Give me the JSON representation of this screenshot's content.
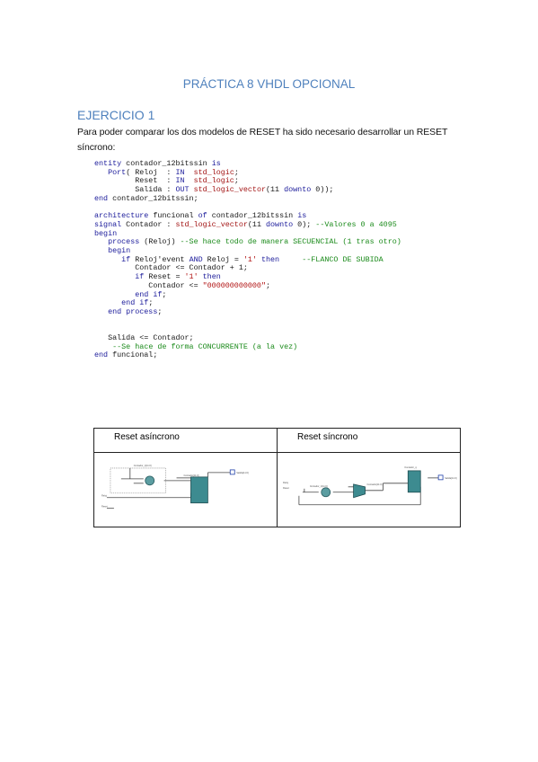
{
  "document": {
    "title": "PRÁCTICA 8 VHDL OPCIONAL",
    "section_heading": "EJERCICIO 1",
    "paragraph": "Para poder comparar los dos modelos de RESET ha sido necesario desarrollar un RESET síncrono:"
  },
  "code": {
    "lines": [
      [
        [
          "kw",
          "entity"
        ],
        [
          "p",
          " contador_12bitssin "
        ],
        [
          "kw",
          "is"
        ]
      ],
      [
        [
          "p",
          "   "
        ],
        [
          "kw",
          "Port"
        ],
        [
          "p",
          "( Reloj  : "
        ],
        [
          "kw",
          "IN"
        ],
        [
          "p",
          "  "
        ],
        [
          "ty",
          "std_logic"
        ],
        [
          "p",
          ";"
        ]
      ],
      [
        [
          "p",
          "         Reset  : "
        ],
        [
          "kw",
          "IN"
        ],
        [
          "p",
          "  "
        ],
        [
          "ty",
          "std_logic"
        ],
        [
          "p",
          ";"
        ]
      ],
      [
        [
          "p",
          "         Salida : "
        ],
        [
          "kw",
          "OUT"
        ],
        [
          "p",
          " "
        ],
        [
          "ty",
          "std_logic_vector"
        ],
        [
          "p",
          "(11 "
        ],
        [
          "kw",
          "downto"
        ],
        [
          "p",
          " 0));"
        ]
      ],
      [
        [
          "kw",
          "end"
        ],
        [
          "p",
          " contador_12bitssin;"
        ]
      ],
      [
        [
          "p",
          ""
        ]
      ],
      [
        [
          "kw",
          "architecture"
        ],
        [
          "p",
          " funcional "
        ],
        [
          "kw",
          "of"
        ],
        [
          "p",
          " contador_12bitssin "
        ],
        [
          "kw",
          "is"
        ]
      ],
      [
        [
          "kw",
          "signal"
        ],
        [
          "p",
          " Contador : "
        ],
        [
          "ty",
          "std_logic_vector"
        ],
        [
          "p",
          "(11 "
        ],
        [
          "kw",
          "downto"
        ],
        [
          "p",
          " 0); "
        ],
        [
          "cm",
          "--Valores 0 a 4095"
        ]
      ],
      [
        [
          "kw",
          "begin"
        ]
      ],
      [
        [
          "p",
          "   "
        ],
        [
          "kw",
          "process"
        ],
        [
          "p",
          " (Reloj) "
        ],
        [
          "cm",
          "--Se hace todo de manera SECUENCIAL (1 tras otro)"
        ]
      ],
      [
        [
          "p",
          "   "
        ],
        [
          "kw",
          "begin"
        ]
      ],
      [
        [
          "p",
          "      "
        ],
        [
          "kw",
          "if"
        ],
        [
          "p",
          " Reloj'event "
        ],
        [
          "kw",
          "AND"
        ],
        [
          "p",
          " Reloj = "
        ],
        [
          "st",
          "'1'"
        ],
        [
          "p",
          " "
        ],
        [
          "kw",
          "then"
        ],
        [
          "p",
          "     "
        ],
        [
          "cm",
          "--FLANCO DE SUBIDA"
        ]
      ],
      [
        [
          "p",
          "         Contador <= Contador + 1;"
        ]
      ],
      [
        [
          "p",
          "         "
        ],
        [
          "kw",
          "if"
        ],
        [
          "p",
          " Reset = "
        ],
        [
          "st",
          "'1'"
        ],
        [
          "p",
          " "
        ],
        [
          "kw",
          "then"
        ]
      ],
      [
        [
          "p",
          "            Contador <= "
        ],
        [
          "st",
          "\"000000000000\""
        ],
        [
          "p",
          ";"
        ]
      ],
      [
        [
          "p",
          "         "
        ],
        [
          "kw",
          "end if"
        ],
        [
          "p",
          ";"
        ]
      ],
      [
        [
          "p",
          "      "
        ],
        [
          "kw",
          "end if"
        ],
        [
          "p",
          ";"
        ]
      ],
      [
        [
          "p",
          "   "
        ],
        [
          "kw",
          "end process"
        ],
        [
          "p",
          ";"
        ]
      ],
      [
        [
          "p",
          ""
        ]
      ],
      [
        [
          "p",
          ""
        ]
      ],
      [
        [
          "p",
          "   Salida <= Contador;"
        ]
      ],
      [
        [
          "p",
          "    "
        ],
        [
          "cm",
          "--Se hace de forma CONCURRENTE (a la vez)"
        ]
      ],
      [
        [
          "kw",
          "end"
        ],
        [
          "p",
          " funcional;"
        ]
      ]
    ]
  },
  "comparison_table": {
    "headers": [
      "Reset asíncrono",
      "Reset síncrono"
    ]
  },
  "colors": {
    "heading": "#4f81bd",
    "keyword": "#1a1a9a",
    "type": "#a31515",
    "comment": "#1a8a1a"
  }
}
